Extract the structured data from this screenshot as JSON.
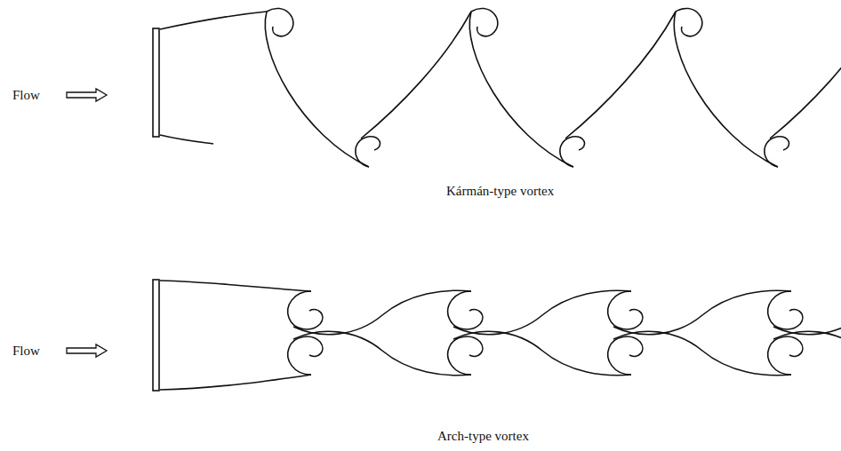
{
  "diagram": {
    "labels": [
      "Flow",
      "Kármán-type vortex",
      "Flow",
      "Arch-type vortex"
    ]
  }
}
